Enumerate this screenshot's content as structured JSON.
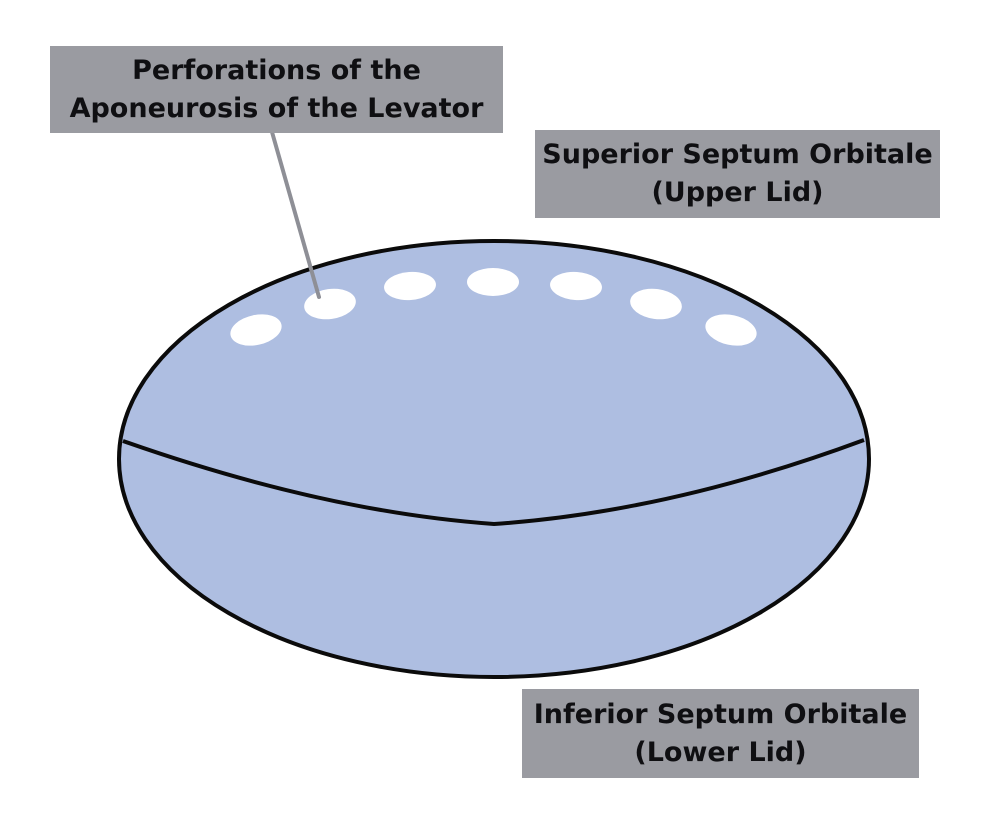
{
  "labels": {
    "perforations": {
      "line1": "Perforations of the",
      "line2": "Aponeurosis of the Levator"
    },
    "superior": {
      "line1": "Superior Septum Orbitale",
      "line2": "(Upper Lid)"
    },
    "inferior": {
      "line1": "Inferior Septum Orbitale",
      "line2": "(Lower Lid)"
    }
  },
  "colors": {
    "septum_fill": "#aebee1",
    "outline": "#0b0b0b",
    "perforation_fill": "#ffffff",
    "label_background": "#9a9ba1",
    "leader_line": "#8e8f96"
  },
  "perforation_count": 7
}
